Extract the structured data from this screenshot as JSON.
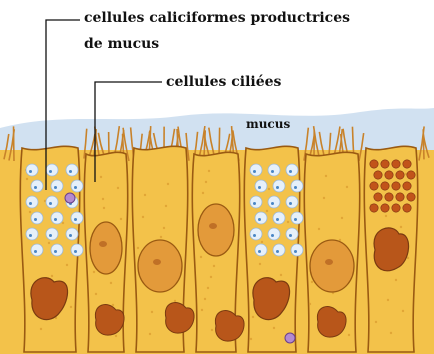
{
  "labels": {
    "goblet_cells_line1": "cellules caliciformes productrices",
    "goblet_cells_line2": "de mucus",
    "ciliated_cells": "cellules ciliées",
    "mucus": "mucus"
  },
  "colors": {
    "mucus_layer": "#c9dcef",
    "cell_body": "#f3c24a",
    "cell_outline": "#9a5a12",
    "nucleus": "#e39a3a",
    "nucleus_dark": "#b8561a",
    "cilia": "#c8822a",
    "mucus_droplet": "#e6f0fa",
    "leader_line": "#111111"
  }
}
